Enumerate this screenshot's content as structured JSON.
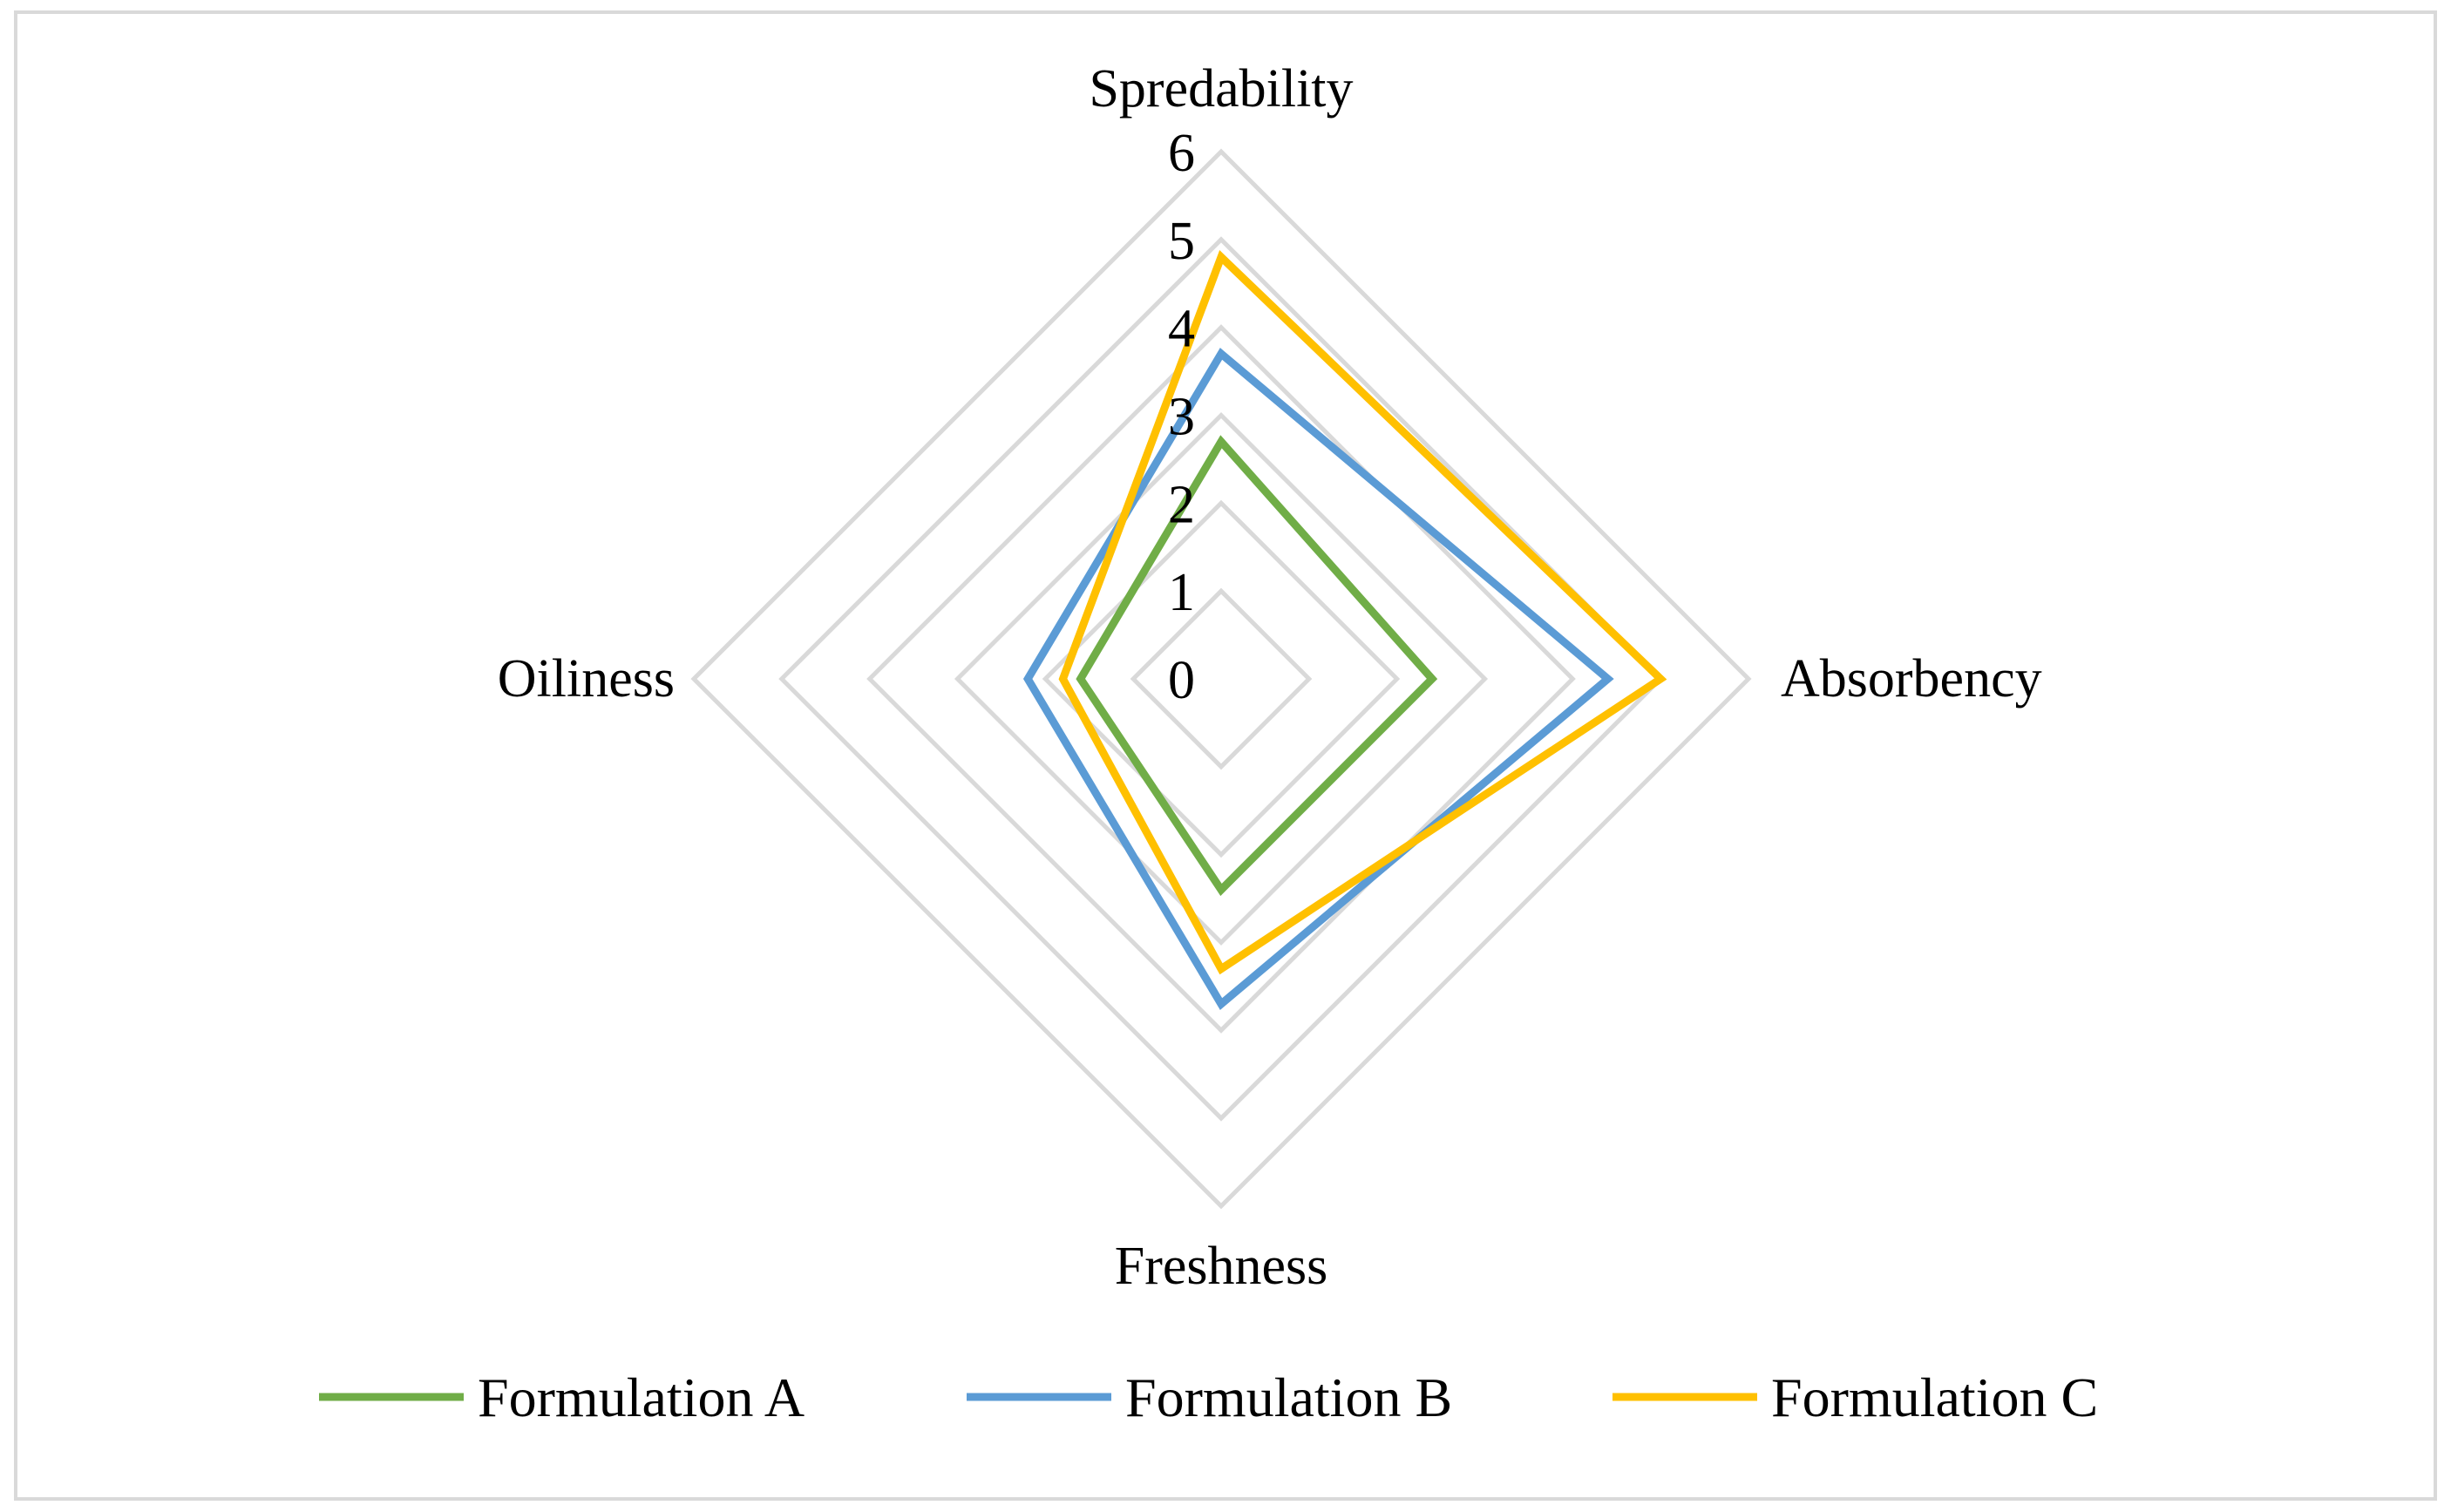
{
  "chart_data": {
    "type": "radar",
    "axes": [
      "Spredability",
      "Absorbency",
      "Freshness",
      "Oiliness"
    ],
    "r_ticks": [
      "0",
      "1",
      "2",
      "3",
      "4",
      "5",
      "6"
    ],
    "rlim": [
      0,
      6
    ],
    "grid": true,
    "legend_position": "bottom",
    "series": [
      {
        "name": "Formulation A",
        "color": "#70AD47",
        "values": [
          2.7,
          2.4,
          2.4,
          1.6
        ]
      },
      {
        "name": "Formulation B",
        "color": "#5B9BD5",
        "values": [
          3.7,
          4.4,
          3.7,
          2.2
        ]
      },
      {
        "name": "Formulation C",
        "color": "#FFC000",
        "values": [
          4.8,
          5.0,
          3.3,
          1.8
        ]
      }
    ]
  }
}
